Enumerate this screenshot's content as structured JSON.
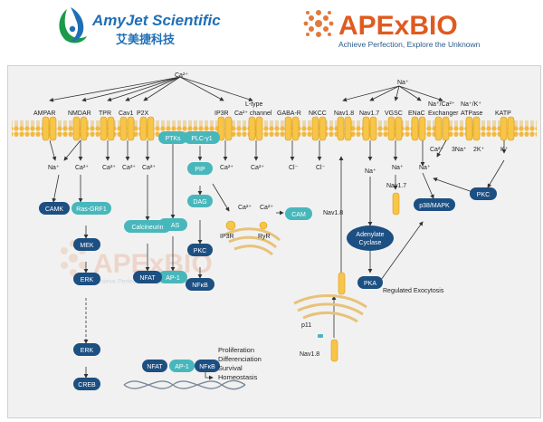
{
  "header": {
    "left_brand": {
      "name": "AmyJet Scientific",
      "chinese": "艾美捷科技"
    },
    "right_brand": {
      "name": "APExBIO",
      "tagline": "Achieve Perfection, Explore the Unknown"
    }
  },
  "watermark": {
    "name": "APExBIO",
    "tagline": "Achieve Perfection, Explore the Unknown"
  },
  "colors": {
    "dark_node": "#1c4f82",
    "teal_node": "#48b7bc",
    "membrane": "#f3b93f",
    "channel": "#f7c548",
    "arrow": "#333333"
  },
  "ions": {
    "ca_top": "Ca²⁺",
    "na_top": "Na⁺",
    "na": "Na⁺",
    "ca": "Ca²⁺",
    "cl": "Cl⁻",
    "k": "K⁺",
    "three_na": "3Na⁺",
    "two_k": "2K⁺"
  },
  "channels": {
    "ampar": "AMPAR",
    "nmdar": "NMDAR",
    "trp": "TPR",
    "cav1": "Cav1",
    "p2x": "P2X",
    "ip3r": "IP3R",
    "ltype": "L-type",
    "ltype2": "Ca²⁺ channel",
    "gabar": "GABA-R",
    "nkcc": "NKCC",
    "nav18": "Nav1.8",
    "nav17": "Nav1.7",
    "vgsc": "VGSC",
    "enac": "ENaC",
    "exch1": "Na⁺/Ca²⁺",
    "exch2": "Exchanger",
    "atpase1": "Na⁺/K⁺",
    "atpase2": "ATPase",
    "katp": "KATP"
  },
  "nodes": {
    "camk": "CAMK",
    "rasgrf1": "Ras-GRF1",
    "mek": "MEK",
    "erk1": "ERK",
    "erk2": "ERK",
    "creb": "CREB",
    "ptks": "PTKs",
    "ras": "RAS",
    "ap1": "AP-1",
    "plc": "PLC-γ1",
    "pip": "PIP",
    "dag": "DAG",
    "pkc_mid": "PKC",
    "nfkb": "NFκB",
    "calcineurin": "Calcineurin",
    "nfat": "NFAT",
    "cam": "CAM",
    "ip3r_er": "IP3R",
    "ryr": "RyR",
    "nav18_ves": "Nav1.8",
    "nav17_ves": "Nav1.7",
    "p11": "p11",
    "nav18_ves2": "Nav1.8",
    "adenylate1": "Adenylate",
    "adenylate2": "Cyclase",
    "pka": "PKA",
    "regulated": "Regulated Exocytosis",
    "p38": "p38/MAPK",
    "pkc_right": "PKC",
    "nfat_b": "NFAT",
    "ap1_b": "AP-1",
    "nfkb_b": "NFκB"
  },
  "outcomes": [
    "Proliferation",
    "Differenciation",
    "Survival",
    "Homeostasis"
  ]
}
